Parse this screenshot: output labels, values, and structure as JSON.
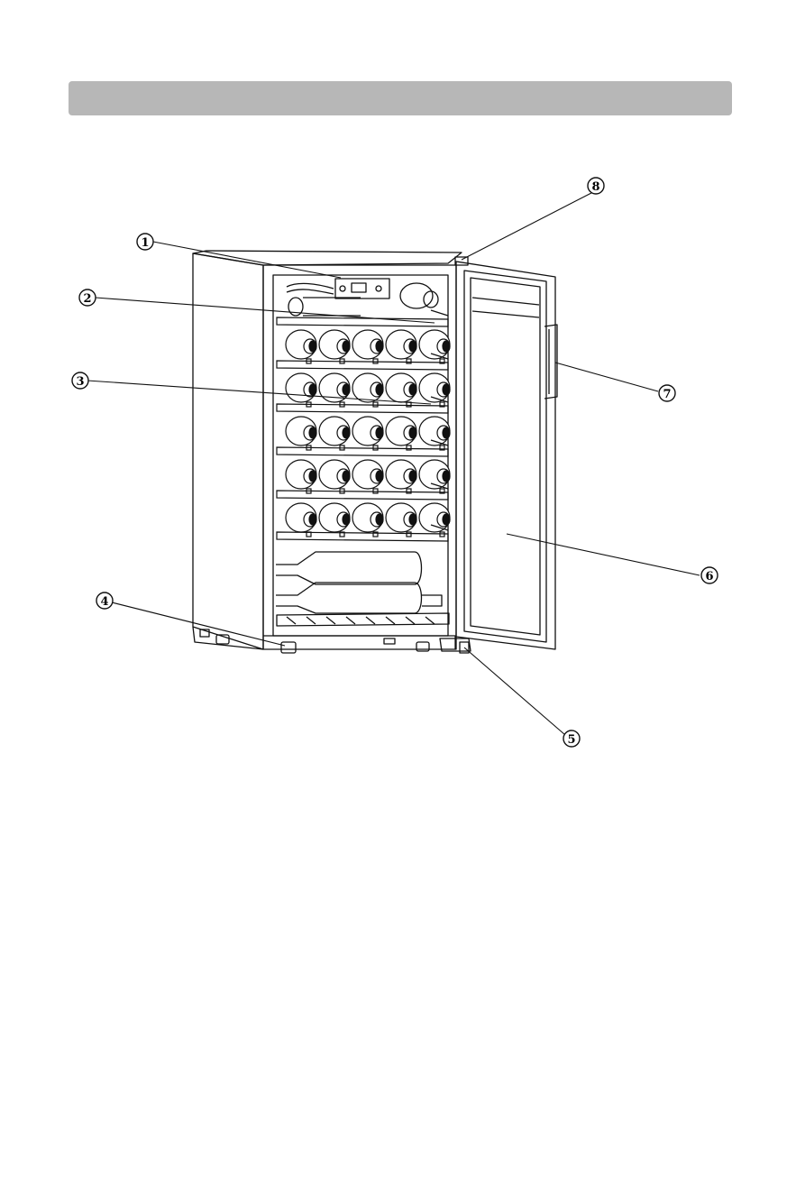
{
  "header": {
    "title": ""
  },
  "callouts": [
    {
      "id": "1",
      "label": "1"
    },
    {
      "id": "2",
      "label": "2"
    },
    {
      "id": "3",
      "label": "3"
    },
    {
      "id": "4",
      "label": "4"
    },
    {
      "id": "5",
      "label": "5"
    },
    {
      "id": "6",
      "label": "6"
    },
    {
      "id": "7",
      "label": "7"
    },
    {
      "id": "8",
      "label": "8"
    }
  ],
  "colors": {
    "header_bar": "#b7b7b7",
    "line": "#111111",
    "paper": "#ffffff"
  }
}
